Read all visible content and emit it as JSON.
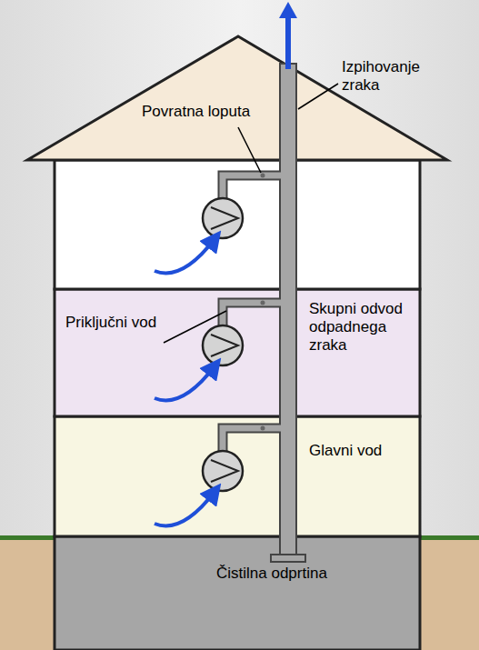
{
  "diagram": {
    "labels": [
      "Izpihovanje zraka",
      "Povratna loputa",
      "Priključni vod",
      "Skupni odvod odpadnega zraka",
      "Glavni vod",
      "Čistilna odprtina"
    ]
  }
}
